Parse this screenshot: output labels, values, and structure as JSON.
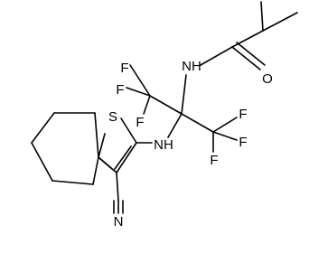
{
  "molecule": {
    "atoms": {
      "s": "S",
      "nh_amine": "NH",
      "nh_amide": "NH",
      "o": "O",
      "n_nitrile": "N",
      "f_top_left": "F",
      "f_mid_left": "F",
      "f_low_left": "F",
      "f_top_right": "F",
      "f_mid_right": "F",
      "f_low_right": "F"
    }
  }
}
